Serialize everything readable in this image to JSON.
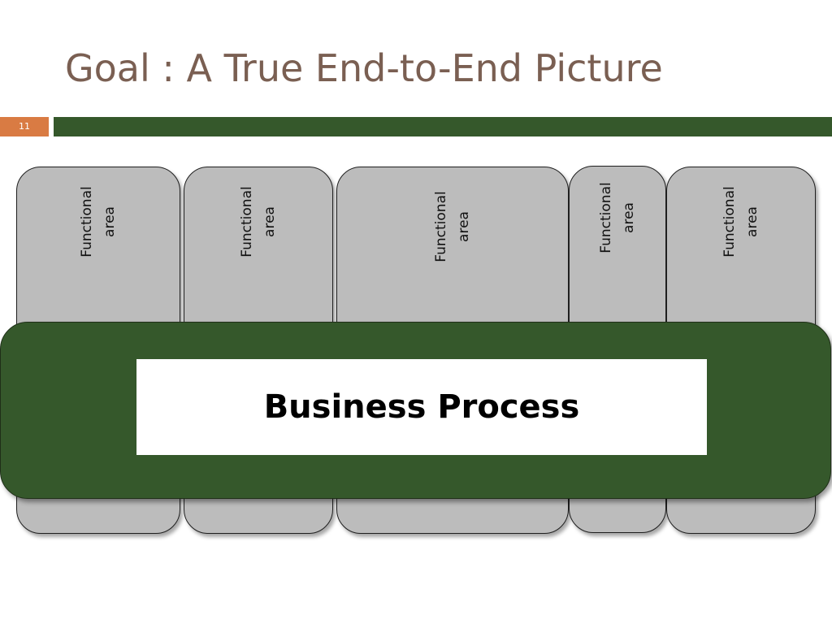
{
  "slide": {
    "title": "Goal : A True End-to-End Picture",
    "number": "11"
  },
  "diagram": {
    "functional_areas": [
      {
        "label": "Functional\narea"
      },
      {
        "label": "Functional\narea"
      },
      {
        "label": "Functional\narea"
      },
      {
        "label": "Functional\narea"
      },
      {
        "label": "Functional\narea"
      }
    ],
    "process_label": "Business Process"
  },
  "colors": {
    "title_text": "#7a5f52",
    "accent_bar": "#35582b",
    "slide_number_bg": "#d97b43",
    "area_fill": "#bcbcbc",
    "process_band": "#35582b"
  }
}
